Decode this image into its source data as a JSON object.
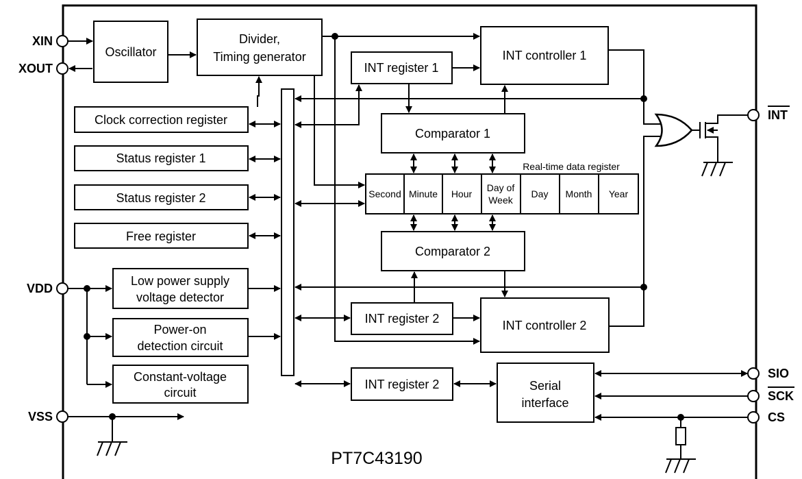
{
  "chip": {
    "name": "PT7C43190"
  },
  "pins": {
    "xin": "XIN",
    "xout": "XOUT",
    "vdd": "VDD",
    "vss": "VSS",
    "int": "INT",
    "sio": "SIO",
    "sck": "SCK",
    "cs": "CS"
  },
  "blocks": {
    "oscillator": "Oscillator",
    "divider_line1": "Divider,",
    "divider_line2": "Timing generator",
    "int_controller_1": "INT controller 1",
    "int_register_1": "INT register 1",
    "comparator_1": "Comparator 1",
    "clock_correction_register": "Clock correction register",
    "status_register_1": "Status register 1",
    "status_register_2": "Status register 2",
    "free_register": "Free register",
    "comparator_2": "Comparator 2",
    "low_power_line1": "Low power supply",
    "low_power_line2": "voltage detector",
    "power_on_line1": "Power-on",
    "power_on_line2": "detection circuit",
    "constant_voltage_line1": "Constant-voltage",
    "constant_voltage_line2": "circuit",
    "int_register_2_a": "INT register 2",
    "int_controller_2": "INT controller 2",
    "int_register_2_b": "INT register 2",
    "serial_line1": "Serial",
    "serial_line2": "interface"
  },
  "realtime": {
    "title": "Real-time data register",
    "second": "Second",
    "minute": "Minute",
    "hour": "Hour",
    "dow_line1": "Day of",
    "dow_line2": "Week",
    "day": "Day",
    "month": "Month",
    "year": "Year"
  }
}
